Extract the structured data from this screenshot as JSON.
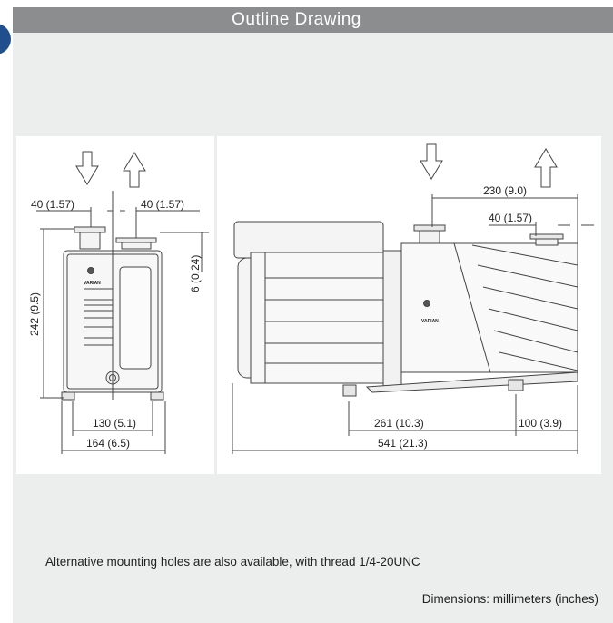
{
  "header": {
    "title": "Outline Drawing"
  },
  "front_view": {
    "brand": "VARIAN",
    "dim_port_left": "40 (1.57)",
    "dim_port_right": "40 (1.57)",
    "dim_height": "242 (9.5)",
    "dim_port_offset": "6 (0.24)",
    "dim_feet_span": "130 (5.1)",
    "dim_width": "164 (6.5)"
  },
  "side_view": {
    "brand": "VARIAN",
    "dim_port_spacing": "230 (9.0)",
    "dim_port_size": "40 (1.57)",
    "dim_mount_span": "261 (10.3)",
    "dim_foot_offset": "100 (3.9)",
    "dim_length": "541 (21.3)"
  },
  "note": "Alternative mounting holes are also available, with thread 1/4-20UNC",
  "units_note": "Dimensions: millimeters (inches)"
}
